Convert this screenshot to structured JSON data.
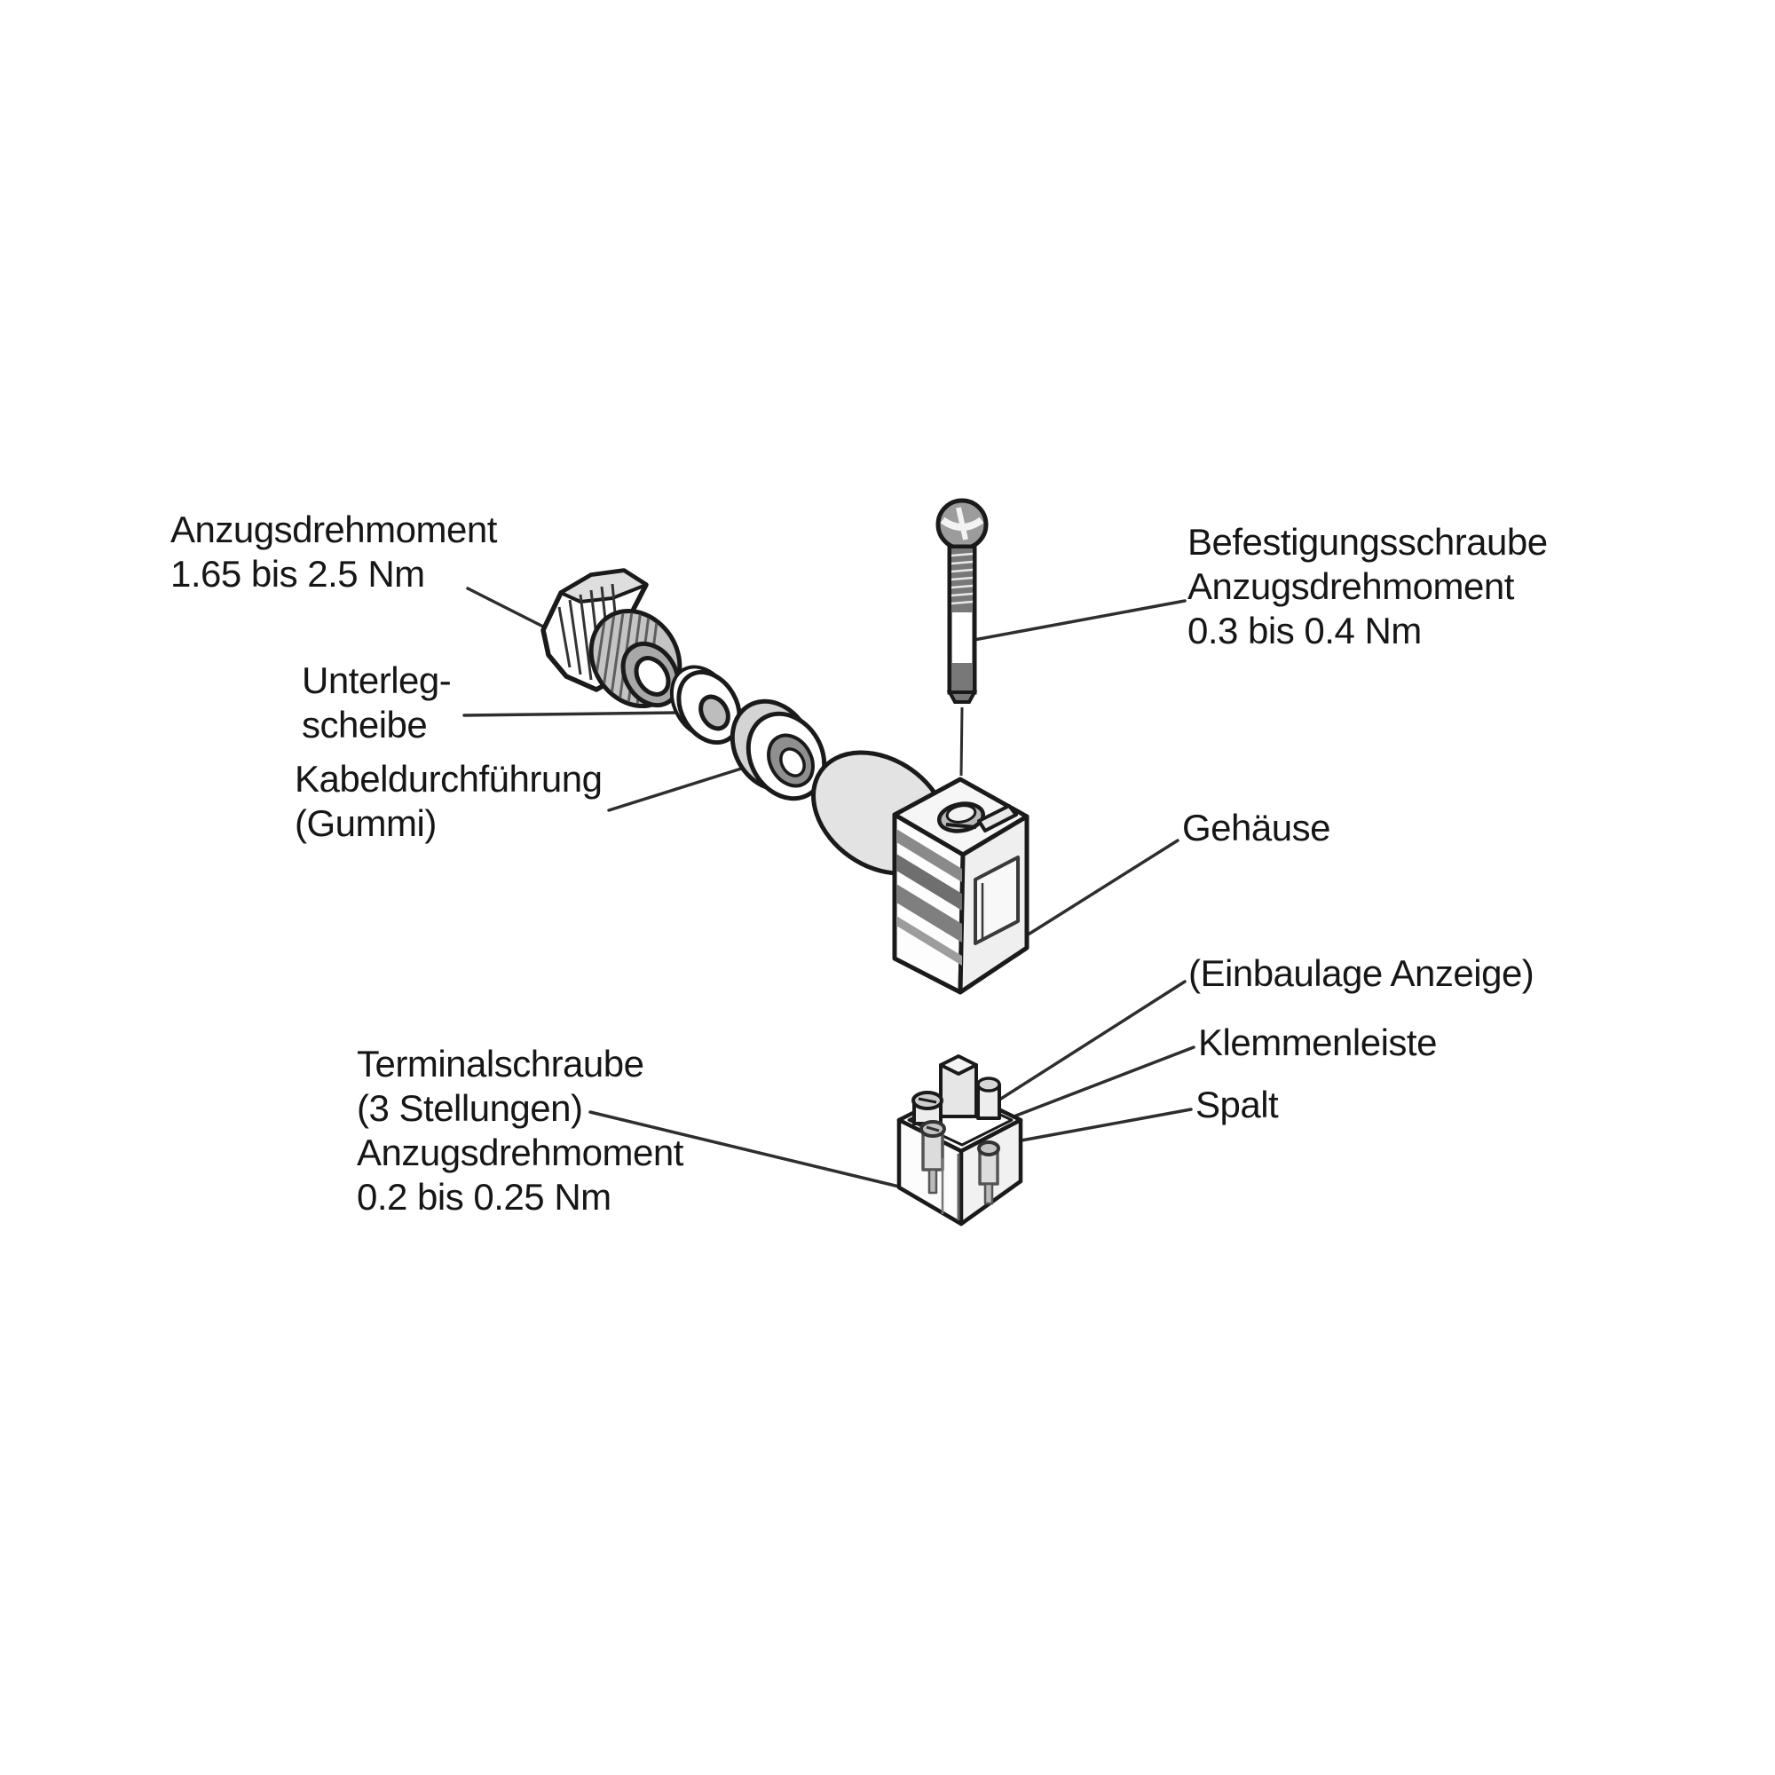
{
  "labels": {
    "cable_gland_torque": "Anzugsdrehmoment\n1.65 bis 2.5 Nm",
    "washer": "Unterleg-\nscheibe",
    "cable_bushing": "Kabeldurchführung\n(Gummi)",
    "mounting_screw": "Befestigungsschraube\nAnzugsdrehmoment\n0.3 bis 0.4 Nm",
    "housing": "Gehäuse",
    "mounting_position_indicator": "(Einbaulage Anzeige)",
    "terminal_strip": "Klemmenleiste",
    "gap": "Spalt",
    "terminal_screw": "Terminalschraube\n(3 Stellungen)\nAnzugsdrehmoment\n0.2 bis 0.25 Nm"
  },
  "torques": {
    "cable_gland_nm": "1.65 bis 2.5 Nm",
    "mounting_screw_nm": "0.3 bis 0.4 Nm",
    "terminal_screw_nm": "0.2 bis 0.25 Nm"
  },
  "colors": {
    "background": "#ffffff",
    "line": "#1a1a1a",
    "text": "#161616",
    "leader": "#2e2e2e",
    "fill_light": "#e3e3e3",
    "fill_mid": "#a8a8a8",
    "fill_dark": "#6f6f6f"
  }
}
